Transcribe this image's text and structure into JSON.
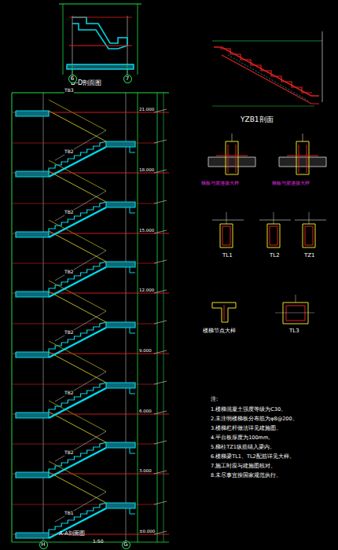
{
  "diagram": {
    "nodes": [
      {
        "text": [
          "6"
        ]
      },
      {
        "text": [
          "7"
        ]
      },
      {
        "text": [
          "H"
        ]
      },
      {
        "text": [
          "G"
        ]
      }
    ],
    "labels": [
      "D-D剖面图",
      "YZB1剖面",
      "A-A剖面图",
      "1:50",
      "TL1",
      "TL2",
      "TZ1",
      "TL3",
      "楼梯节点大样",
      "梯板与梁连接大样",
      "梯板与梁连接大样",
      "注:",
      "1.楼梯混凝土强度等级为C30。",
      "2.未注明楼梯板分布筋为φ8@200。",
      "3.楼梯栏杆做法详见建施图。",
      "4.平台板厚度为100mm。",
      "5.梯柱TZ1纵筋锚入梁内。",
      "6.楼梯梁TL1、TL2配筋详见大样。",
      "7.施工时应与建施图核对。",
      "8.未尽事宜按国家规范执行。",
      "±0.000",
      "3.000",
      "6.000",
      "9.000",
      "12.000",
      "15.000",
      "18.000",
      "21.000",
      "TB1",
      "TB2",
      "TB2",
      "TB2",
      "TB2",
      "TB2",
      "TB2",
      "TB3"
    ]
  }
}
